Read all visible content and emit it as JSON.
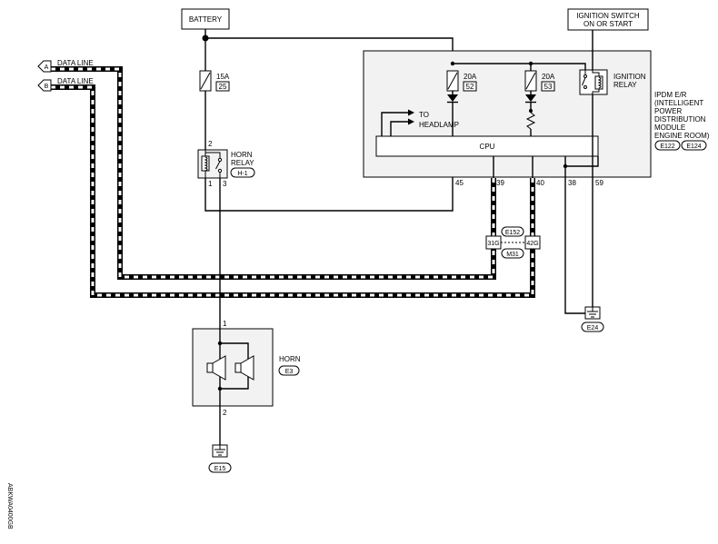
{
  "battery": {
    "label": "BATTERY"
  },
  "ignition_switch": {
    "line1": "IGNITION SWITCH",
    "line2": "ON OR START"
  },
  "data_lines": [
    {
      "letter": "A",
      "label": "DATA LINE"
    },
    {
      "letter": "B",
      "label": "DATA LINE"
    }
  ],
  "fuse_15a": {
    "rating": "15A",
    "number": "25"
  },
  "horn_relay": {
    "name_line1": "HORN",
    "name_line2": "RELAY",
    "connector": "H-1",
    "pin_top": "2",
    "pin_bottom_left": "1",
    "pin_bottom_right": "3"
  },
  "ipdm": {
    "name_lines": [
      "IPDM E/R",
      "(INTELLIGENT",
      "POWER",
      "DISTRIBUTION",
      "MODULE",
      "ENGINE ROOM)"
    ],
    "connectors": [
      "E122",
      "E124"
    ],
    "fuses": [
      {
        "rating": "20A",
        "number": "52"
      },
      {
        "rating": "20A",
        "number": "53"
      }
    ],
    "ignition_relay": {
      "line1": "IGNITION",
      "line2": "RELAY"
    },
    "headlamp": {
      "line1": "TO",
      "line2": "HEADLAMP"
    },
    "cpu": "CPU",
    "pins": [
      "45",
      "39",
      "40",
      "38",
      "59"
    ]
  },
  "joint_connector": {
    "upper": "E152",
    "lower": "M31",
    "left_terminal": "31G",
    "right_terminal": "42G"
  },
  "ground_e24": "E24",
  "horn": {
    "name": "HORN",
    "connector": "E3",
    "pin_top": "1",
    "pin_bottom": "2"
  },
  "ground_e15": "E15",
  "figure_code": "ABKWA0400GB"
}
